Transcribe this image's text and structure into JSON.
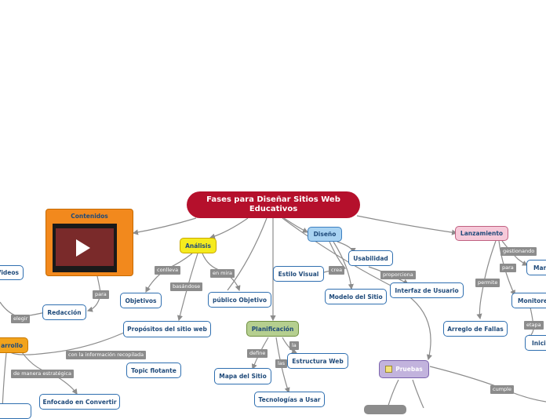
{
  "root": {
    "title_line1": "Fases para Diseñar Sitios Web",
    "title_line2": "Educativos"
  },
  "nodes": {
    "contenidos": "Contenidos",
    "analisis": "Análisis",
    "diseno": "Diseño",
    "lanzamiento": "Lanzamiento",
    "videos": "Videos",
    "objetivos": "Objetivos",
    "publico_objetivo": "público Objetivo",
    "propositos": "Propósitos del sitio web",
    "redaccion": "Redacción",
    "desarrollo": "arrollo",
    "topic_flotante": "Topic flotante",
    "enfocado": "Enfocado en Convertir",
    "estilo_visual": "Estilo Visual",
    "usabilidad": "Usabilidad",
    "modelo_sitio": "Modelo del Sitio",
    "interfaz": "Interfaz de Usuario",
    "planificacion": "Planificación",
    "estructura_web": "Estructura Web",
    "mapa_sitio": "Mapa del Sitio",
    "tecnologias": "Tecnologías a Usar",
    "pruebas": "Pruebas",
    "arreglo_fallas": "Arreglo de Fallas",
    "mant": "Man",
    "monitoreo": "Monitore",
    "inicio": "Inici"
  },
  "labels": {
    "conlleva": "conlleva",
    "basandose": "basándose",
    "en_mira": "en mira",
    "para_redaccion": "para",
    "elegir": "elegir",
    "informacion": "con la información recopilada",
    "estrategica": "de manera estratégica",
    "crea": "crea",
    "proporciona": "proporciona",
    "gestionando": "gestionando",
    "para_lanz": "para",
    "permite": "permite",
    "etapa": "etapa",
    "la": "la",
    "define": "define",
    "las": "las",
    "cumple": "cumple"
  },
  "colors": {
    "root": "#b5102c",
    "analisis": "#f5eb1e",
    "diseno": "#a9d3f2",
    "lanzamiento": "#f6c9d9",
    "planificacion": "#b5cf8f",
    "pruebas": "#c2b3dd",
    "contenidos": "#f2891d",
    "desarrollo": "#f2a31c",
    "link": "#8c8c8c"
  },
  "icons": {
    "pruebas": "memo-pencil-icon",
    "contenidos_media": "video-play-icon"
  }
}
